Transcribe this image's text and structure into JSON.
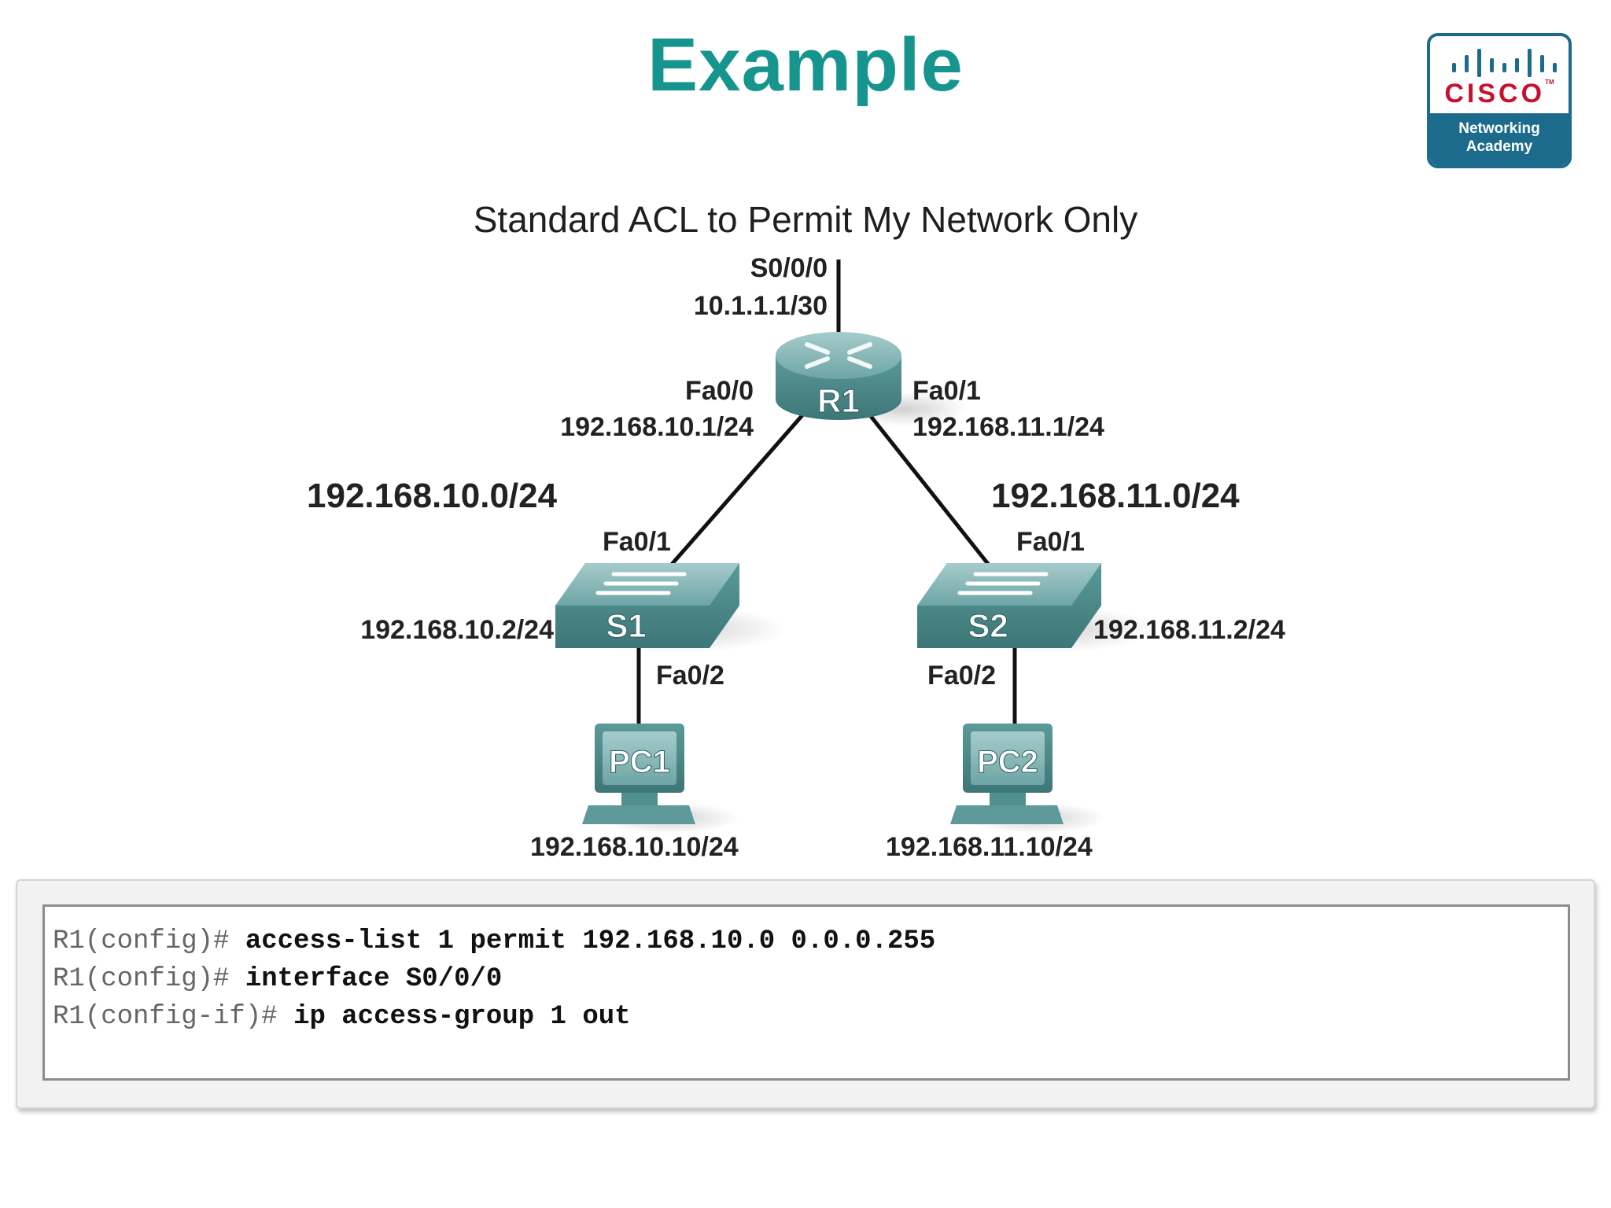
{
  "slide": {
    "title": "Example"
  },
  "logo": {
    "wordmark": "CISCO",
    "tm": "TM",
    "line1": "Networking",
    "line2": "Academy"
  },
  "diagram": {
    "title": "Standard ACL to Permit My Network Only",
    "r1": {
      "name": "R1",
      "s000": "S0/0/0",
      "s000_ip": "10.1.1.1/30",
      "fa00": "Fa0/0",
      "fa00_ip": "192.168.10.1/24",
      "fa01": "Fa0/1",
      "fa01_ip": "192.168.11.1/24"
    },
    "s1": {
      "name": "S1",
      "fa01": "Fa0/1",
      "ip": "192.168.10.2/24",
      "fa02": "Fa0/2"
    },
    "s2": {
      "name": "S2",
      "fa01": "Fa0/1",
      "ip": "192.168.11.2/24",
      "fa02": "Fa0/2"
    },
    "pc1": {
      "name": "PC1",
      "ip": "192.168.10.10/24"
    },
    "pc2": {
      "name": "PC2",
      "ip": "192.168.11.10/24"
    },
    "net_left": "192.168.10.0/24",
    "net_right": "192.168.11.0/24",
    "colors": {
      "device_teal": "#4f8f8f",
      "title_teal": "#16958f",
      "cisco_red": "#c8102e",
      "cisco_blue": "#1d6b8c"
    }
  },
  "commands": [
    {
      "prompt": "R1(config)# ",
      "text": "access-list 1 permit 192.168.10.0 0.0.0.255"
    },
    {
      "prompt": "R1(config)# ",
      "text": "interface S0/0/0"
    },
    {
      "prompt": "R1(config-if)# ",
      "text": "ip access-group 1 out"
    }
  ]
}
